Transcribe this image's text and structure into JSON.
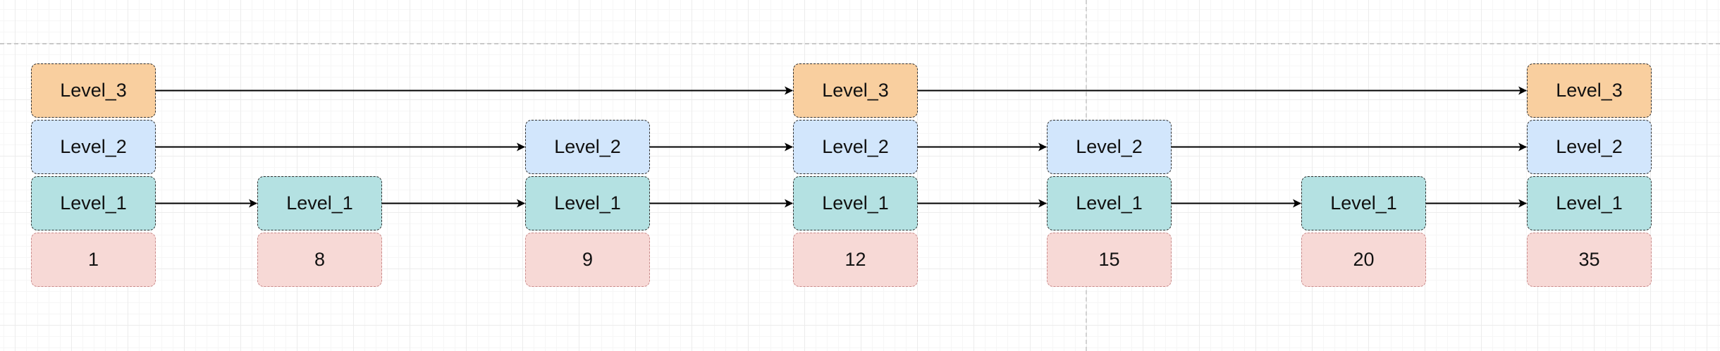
{
  "colors": {
    "level_3": "#f9cf9f",
    "level_2": "#d2e6fc",
    "level_1": "#b4e1e2",
    "value": "#f7d9d6",
    "arrow": "#000000"
  },
  "level_labels": {
    "level_3": "Level_3",
    "level_2": "Level_2",
    "level_1": "Level_1"
  },
  "nodes": [
    {
      "value": "1",
      "levels": 3
    },
    {
      "value": "8",
      "levels": 1
    },
    {
      "value": "9",
      "levels": 2
    },
    {
      "value": "12",
      "levels": 3
    },
    {
      "value": "15",
      "levels": 2
    },
    {
      "value": "20",
      "levels": 1
    },
    {
      "value": "35",
      "levels": 3
    }
  ]
}
